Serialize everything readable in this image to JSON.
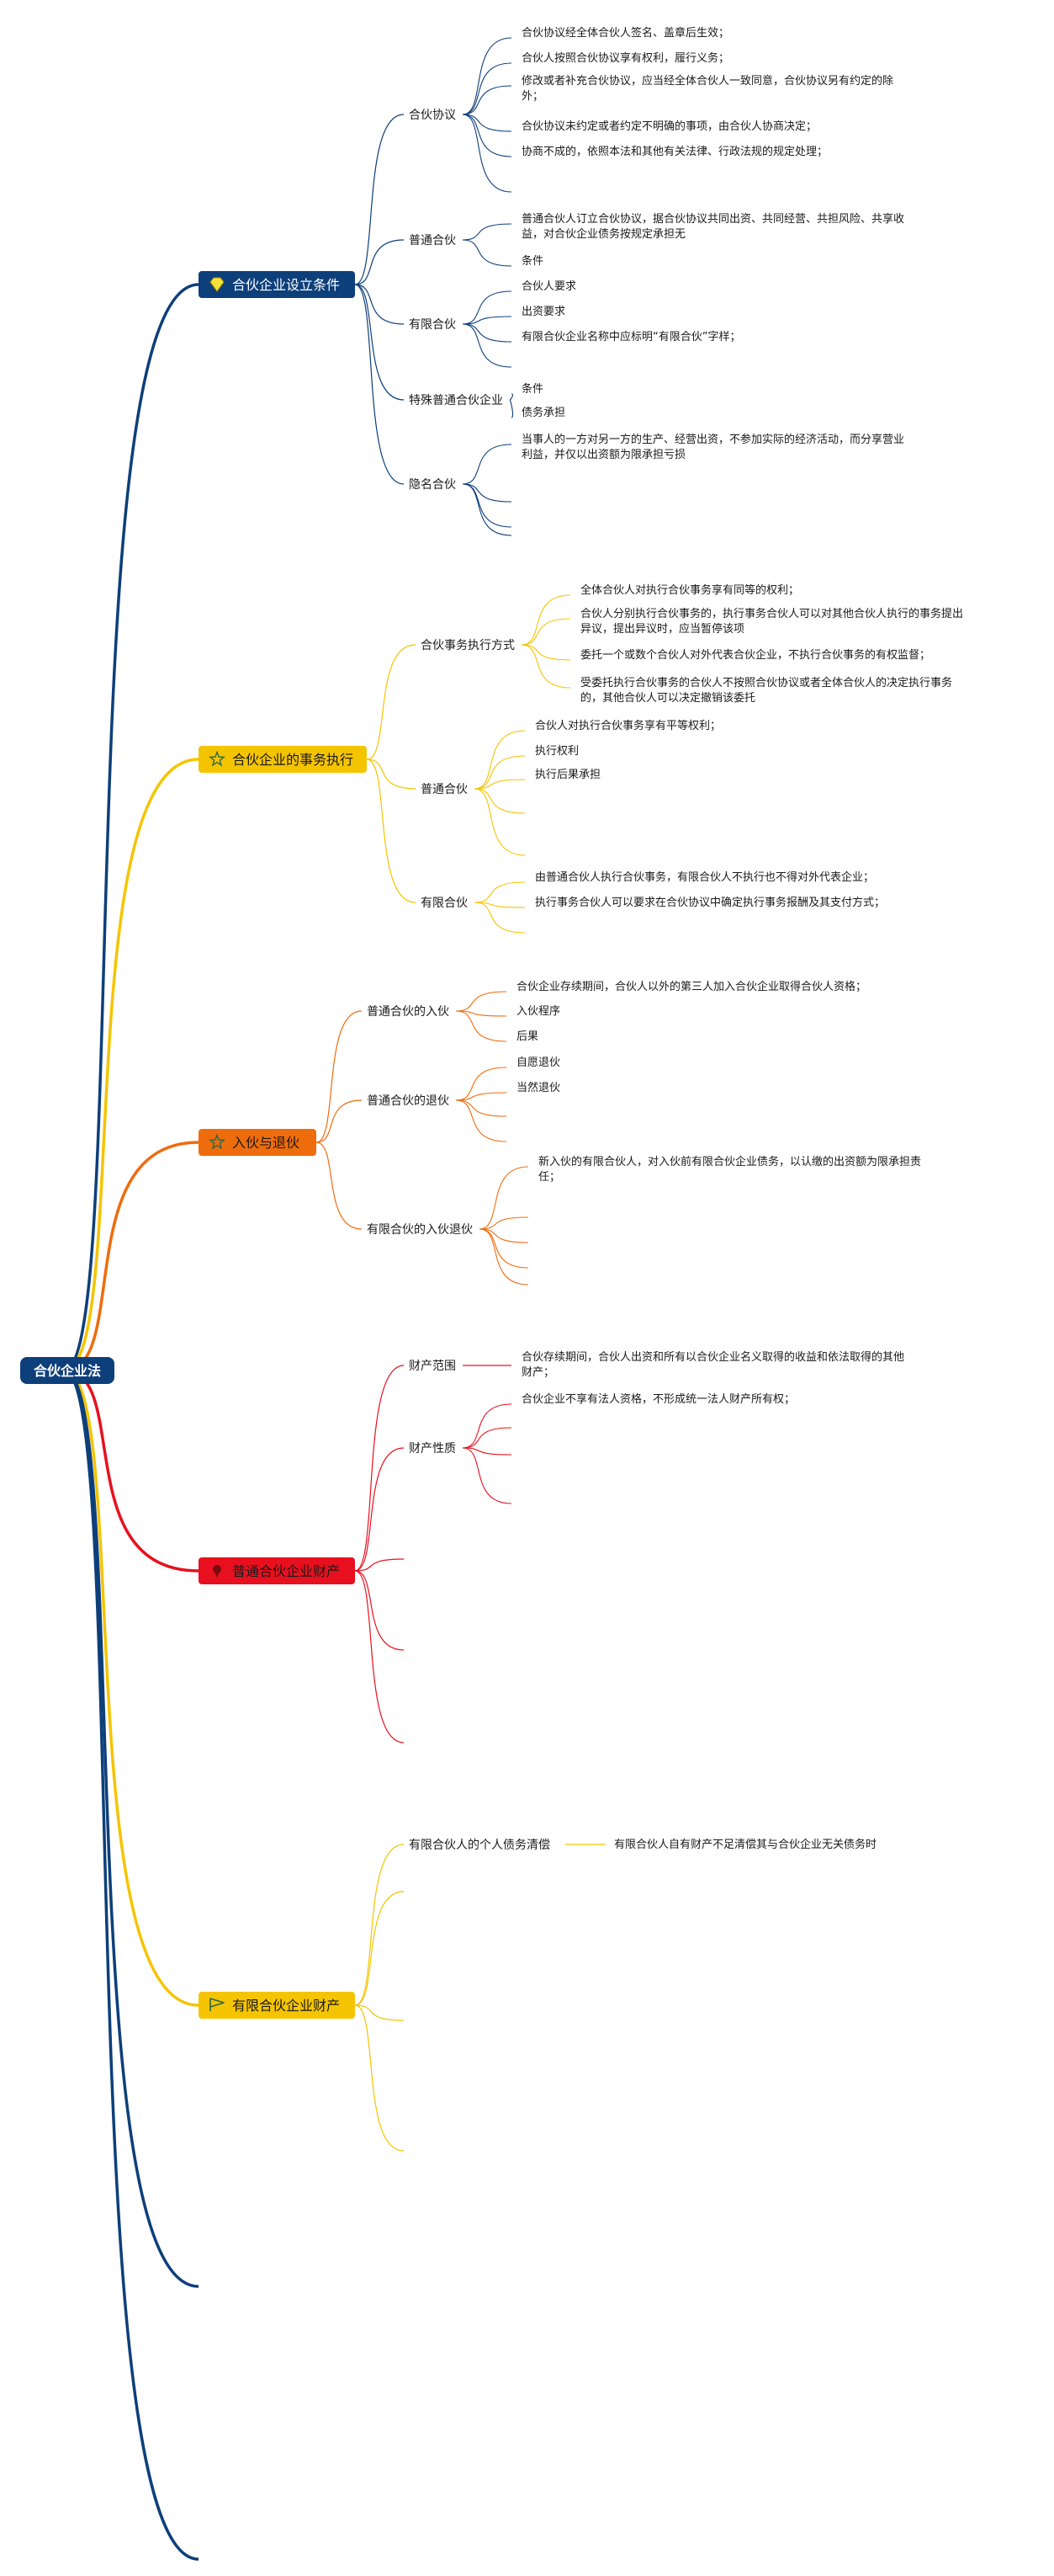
{
  "root": {
    "label": "合伙企业法",
    "color": "#0d3f7a",
    "text_color": "#ffffff"
  },
  "branches": [
    {
      "label": "合伙企业设立条件",
      "icon": "diamond-icon",
      "color": "#0d3f7a",
      "text_color": "#ffffff",
      "children": [
        {
          "label": "合伙协议",
          "children": [
            {
              "lines": [
                "合伙协议经全体合伙人签名、盖章后生效；"
              ]
            },
            {
              "lines": [
                "合伙人按照合伙协议享有权利，履行义务；"
              ]
            },
            {
              "lines": [
                "修改或者补充合伙协议，应当经全体合伙人一致同意，合伙协议另有约定的除",
                "外；"
              ]
            },
            {
              "lines": [
                "合伙协议未约定或者约定不明确的事项，由合伙人协商决定；"
              ]
            },
            {
              "lines": [
                "协商不成的，依照本法和其他有关法律、行政法规的规定处理；"
              ]
            },
            {
              "lines": []
            }
          ]
        },
        {
          "label": "普通合伙",
          "children": [
            {
              "lines": [
                "普通合伙人订立合伙协议，据合伙协议共同出资、共同经营、共担风险、共享收",
                "益，对合伙企业债务按规定承担无"
              ]
            },
            {
              "lines": [
                "条件"
              ]
            }
          ]
        },
        {
          "label": "有限合伙",
          "children": [
            {
              "lines": [
                "合伙人要求"
              ]
            },
            {
              "lines": [
                "出资要求"
              ]
            },
            {
              "lines": [
                "有限合伙企业名称中应标明“有限合伙”字样；"
              ]
            },
            {
              "lines": []
            }
          ]
        },
        {
          "label": "特殊普通合伙企业",
          "children": [
            {
              "lines": [
                "条件"
              ]
            },
            {
              "lines": [
                "债务承担"
              ]
            }
          ]
        },
        {
          "label": "隐名合伙",
          "children": [
            {
              "lines": [
                "当事人的一方对另一方的生产、经营出资，不参加实际的经济活动，而分享营业",
                "利益，并仅以出资额为限承担亏损"
              ]
            },
            {
              "lines": []
            },
            {
              "lines": []
            },
            {
              "lines": []
            }
          ]
        }
      ]
    },
    {
      "label": "合伙企业的事务执行",
      "icon": "star-icon",
      "color": "#f5c400",
      "text_color": "#1a1a1a",
      "children": [
        {
          "label": "合伙事务执行方式",
          "children": [
            {
              "lines": [
                "全体合伙人对执行合伙事务享有同等的权利；"
              ]
            },
            {
              "lines": [
                "合伙人分别执行合伙事务的，执行事务合伙人可以对其他合伙人执行的事务提出",
                "异议，提出异议时，应当暂停该项"
              ]
            },
            {
              "lines": [
                "委托一个或数个合伙人对外代表合伙企业，不执行合伙事务的有权监督；"
              ]
            },
            {
              "lines": [
                "受委托执行合伙事务的合伙人不按照合伙协议或者全体合伙人的决定执行事务",
                "的，其他合伙人可以决定撤销该委托"
              ]
            }
          ]
        },
        {
          "label": "普通合伙",
          "children": [
            {
              "lines": [
                "合伙人对执行合伙事务享有平等权利；"
              ]
            },
            {
              "lines": [
                "执行权利"
              ]
            },
            {
              "lines": [
                "执行后果承担"
              ]
            },
            {
              "lines": []
            },
            {
              "lines": []
            }
          ]
        },
        {
          "label": "有限合伙",
          "children": [
            {
              "lines": [
                "由普通合伙人执行合伙事务，有限合伙人不执行也不得对外代表企业；"
              ]
            },
            {
              "lines": [
                "执行事务合伙人可以要求在合伙协议中确定执行事务报酬及其支付方式；"
              ]
            },
            {
              "lines": []
            }
          ]
        }
      ]
    },
    {
      "label": "入伙与退伙",
      "icon": "star-icon",
      "color": "#ef6c0c",
      "text_color": "#1a1a1a",
      "children": [
        {
          "label": "普通合伙的入伙",
          "children": [
            {
              "lines": [
                "合伙企业存续期间，合伙人以外的第三人加入合伙企业取得合伙人资格；"
              ]
            },
            {
              "lines": [
                "入伙程序"
              ]
            },
            {
              "lines": [
                "后果"
              ]
            }
          ]
        },
        {
          "label": "普通合伙的退伙",
          "children": [
            {
              "lines": [
                "自愿退伙"
              ]
            },
            {
              "lines": [
                "当然退伙"
              ]
            },
            {
              "lines": []
            },
            {
              "lines": []
            }
          ]
        },
        {
          "label": "有限合伙的入伙退伙",
          "children": [
            {
              "lines": [
                "新入伙的有限合伙人，对入伙前有限合伙企业债务，以认缴的出资额为限承担责",
                "任；"
              ]
            },
            {
              "lines": []
            },
            {
              "lines": []
            },
            {
              "lines": []
            },
            {
              "lines": []
            }
          ]
        }
      ]
    },
    {
      "label": "普通合伙企业财产",
      "icon": "pin-icon",
      "color": "#e8101e",
      "text_color": "#1a1a1a",
      "children": [
        {
          "label": "财产范围",
          "children": [
            {
              "lines": [
                "合伙存续期间，合伙人出资和所有以合伙企业名义取得的收益和依法取得的其他",
                "财产；"
              ]
            }
          ]
        },
        {
          "label": "财产性质",
          "children": [
            {
              "lines": [
                "合伙企业不享有法人资格，不形成统一法人财产所有权；"
              ]
            },
            {
              "lines": []
            },
            {
              "lines": []
            },
            {
              "lines": []
            }
          ]
        },
        {
          "label": "",
          "children": []
        },
        {
          "label": "",
          "children": []
        },
        {
          "label": "",
          "children": []
        }
      ]
    },
    {
      "label": "有限合伙企业财产",
      "icon": "flag-icon",
      "color": "#f5c400",
      "text_color": "#1a1a1a",
      "children": [
        {
          "label": "有限合伙人的个人债务清偿",
          "children": [
            {
              "lines": [
                "有限合伙人自有财产不足清偿其与合伙企业无关债务时"
              ]
            }
          ]
        },
        {
          "label": "",
          "children": []
        },
        {
          "label": "",
          "children": []
        },
        {
          "label": "",
          "children": []
        },
        {
          "label": "",
          "children": []
        }
      ]
    },
    {
      "label": "",
      "icon": "",
      "color": "#0d3f7a",
      "text_color": "#1a1a1a",
      "children": []
    },
    {
      "label": "",
      "icon": "",
      "color": "#0d3f7a",
      "text_color": "#1a1a1a",
      "children": []
    }
  ]
}
